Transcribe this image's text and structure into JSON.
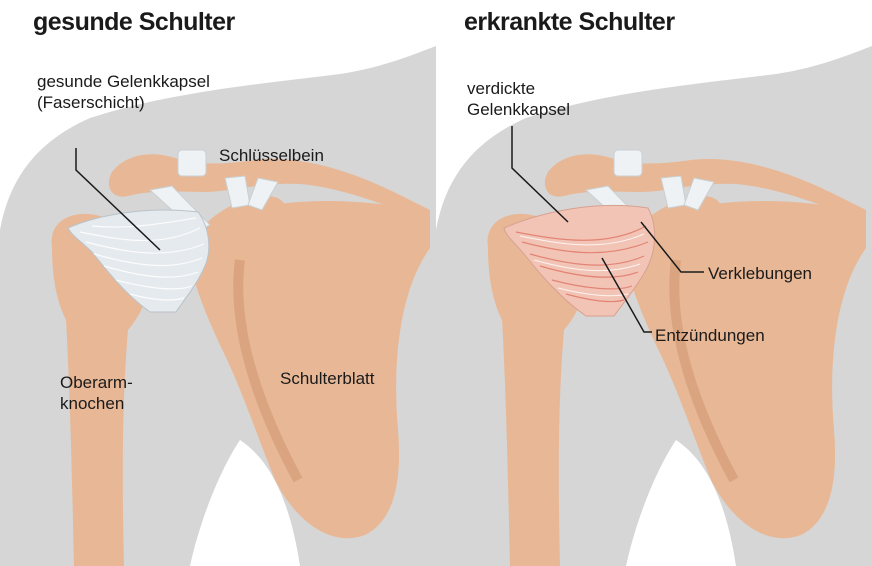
{
  "colors": {
    "background": "#ffffff",
    "body_silhouette": "#d6d6d6",
    "bone": "#e8b896",
    "bone_dark": "#d9a47f",
    "capsule_healthy": "#e4eaee",
    "capsule_diseased": "#f2c4b6",
    "inflammation": "#e07a6a",
    "leader_line": "#1a1a1a"
  },
  "panels": {
    "healthy": {
      "title": "gesunde Schulter",
      "labels": {
        "capsule_line1": "gesunde Gelenkkapsel",
        "capsule_line2": "(Faserschicht)",
        "clavicle": "Schlüsselbein",
        "humerus_line1": "Oberarm-",
        "humerus_line2": "knochen",
        "scapula": "Schulterblatt"
      }
    },
    "diseased": {
      "title": "erkrankte Schulter",
      "labels": {
        "capsule_line1": "verdickte",
        "capsule_line2": "Gelenkkapsel",
        "adhesions": "Verklebungen",
        "inflammation": "Entzündungen"
      }
    }
  }
}
